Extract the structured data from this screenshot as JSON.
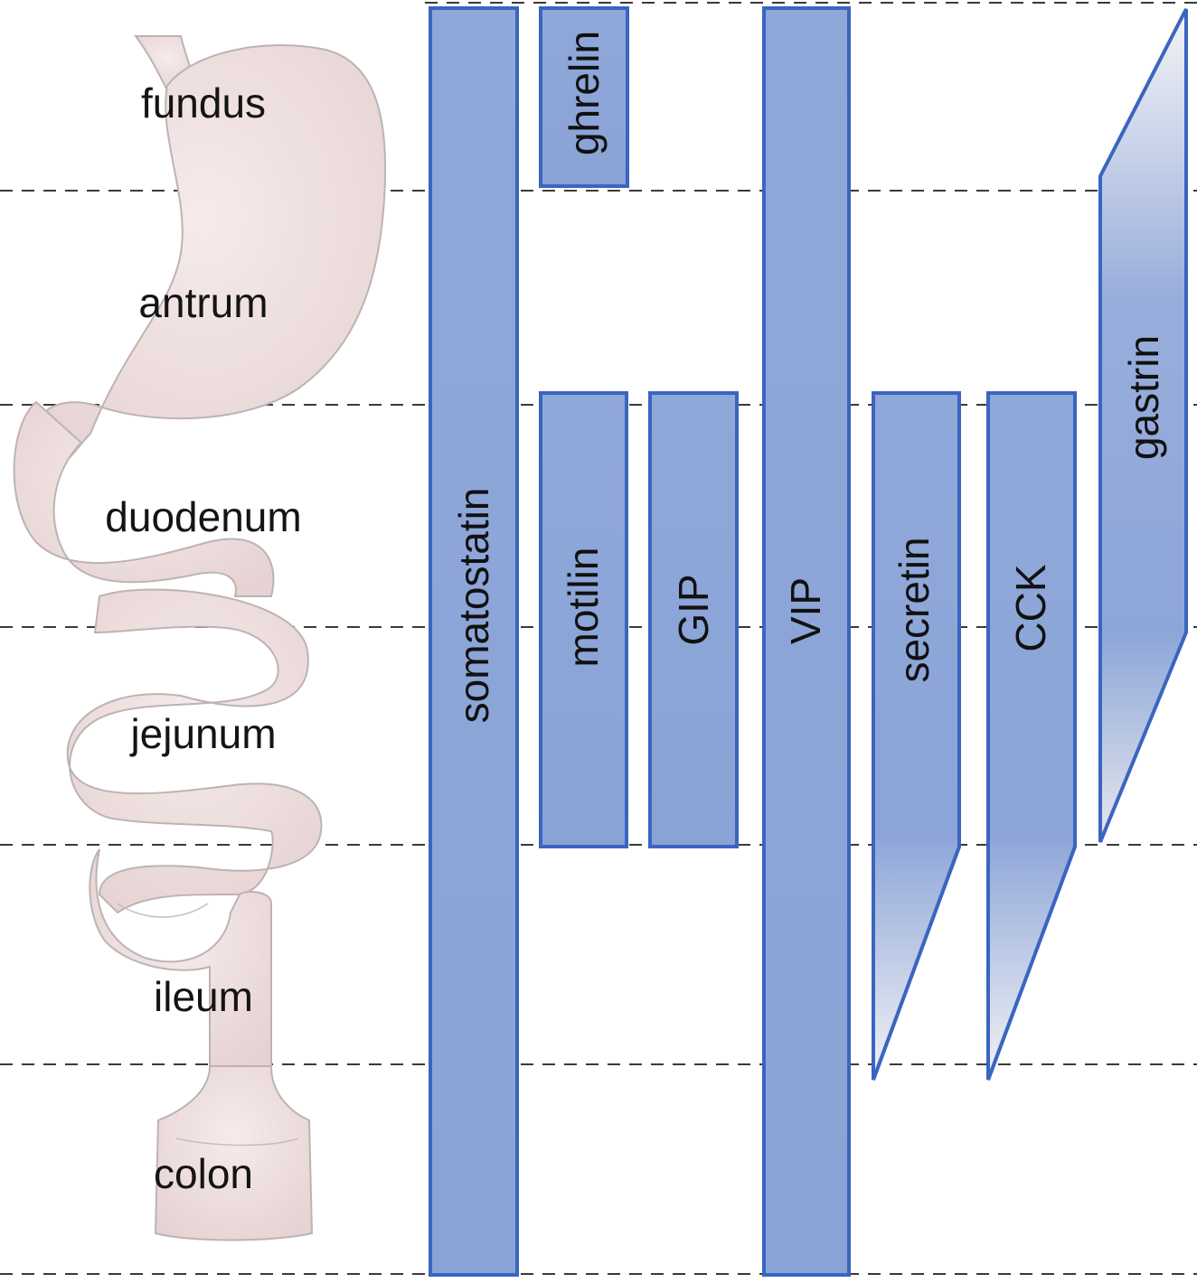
{
  "regions": {
    "fundus": "fundus",
    "antrum": "antrum",
    "duodenum": "duodenum",
    "jejunum": "jejunum",
    "ileum": "ileum",
    "colon": "colon"
  },
  "hormones": {
    "somatostatin": "somatostatin",
    "ghrelin": "ghrelin",
    "motilin": "motilin",
    "gip": "GIP",
    "vip": "VIP",
    "secretin": "secretin",
    "cck": "CCK",
    "gastrin": "gastrin"
  },
  "colors": {
    "bar_fill": "#8da6d8",
    "bar_stroke": "#3a65c0",
    "organ_fill": "#eedcdc",
    "divider": "#3a3a3a"
  }
}
